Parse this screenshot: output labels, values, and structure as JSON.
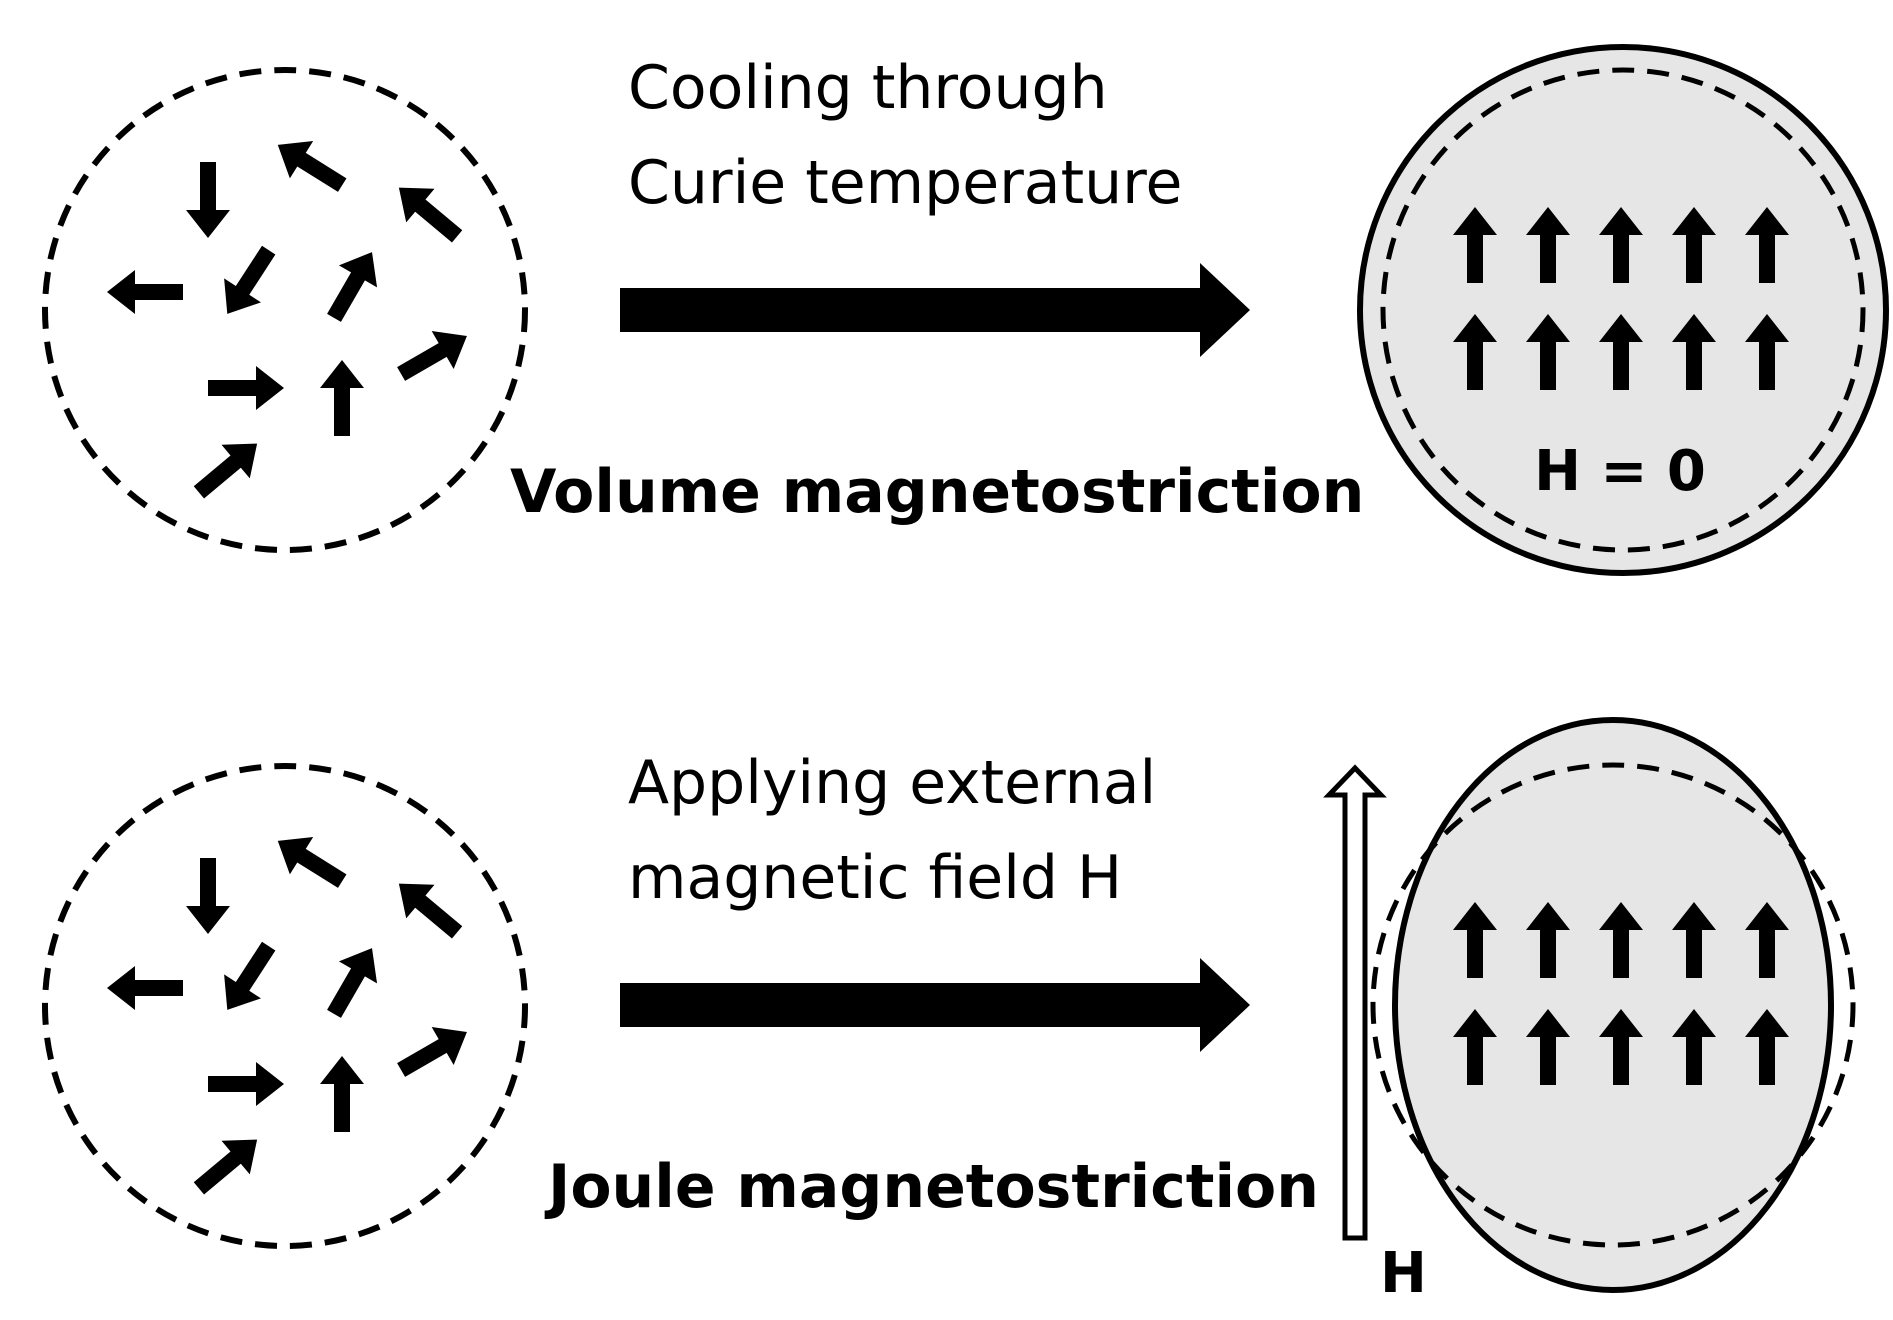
{
  "colors": {
    "ink": "#000000",
    "fill_gray": "#e6e6e6",
    "background": "#ffffff"
  },
  "top": {
    "process_line1": "Cooling through",
    "process_line2": "Curie temperature",
    "effect": "Volume magnetostriction",
    "field_label": "H = 0"
  },
  "bottom": {
    "process_line1": "Applying external",
    "process_line2": "magnetic field H",
    "effect": "Joule magnetostriction",
    "field_label": "H"
  },
  "icons": {
    "domain_arrow": "arrow-icon",
    "process_arrow": "right-arrow-icon",
    "field_arrow": "hollow-up-arrow-icon"
  }
}
